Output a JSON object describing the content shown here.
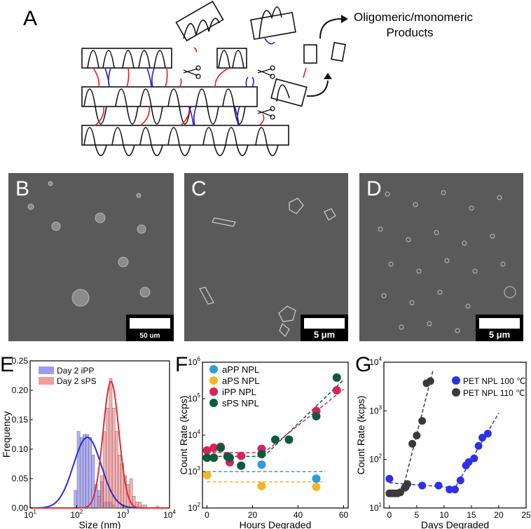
{
  "panels": {
    "A": {
      "letter": "A",
      "products_label_line1": "Oligomeric/monomeric",
      "products_label_line2": "Products"
    },
    "B": {
      "letter": "B",
      "scale_label": "50  um"
    },
    "C": {
      "letter": "C",
      "scale_label": "5 μm"
    },
    "D": {
      "letter": "D",
      "scale_label": "5 μm"
    },
    "E": {
      "letter": "E"
    },
    "F": {
      "letter": "F"
    },
    "G": {
      "letter": "G"
    }
  },
  "colors": {
    "iPP_hist": "#7b7bf0",
    "sPS_hist": "#f07b7b",
    "iPP_fit": "#2a2ae0",
    "sPS_fit": "#e82a2a",
    "aPP": "#2f9be0",
    "aPS": "#f5b52a",
    "iPP": "#d6245a",
    "sPS": "#0f5a3c",
    "PET100": "#2f2fe6",
    "PET110": "#3a3a3a",
    "chain_red": "#e02020",
    "chain_blue": "#2020d0"
  },
  "chart_data": [
    {
      "panel": "E",
      "type": "bar",
      "title": "",
      "xlabel": "Size (nm)",
      "ylabel": "Frequency",
      "xscale": "log",
      "xlim": [
        10,
        10000
      ],
      "ylim": [
        0,
        0.25
      ],
      "xticks": [
        "10^1",
        "10^2",
        "10^3",
        "10^4"
      ],
      "yticks": [
        "0.00",
        "0.05",
        "0.10",
        "0.15",
        "0.20",
        "0.25"
      ],
      "legend_position": "upper left",
      "series": [
        {
          "name": "Day 2 iPP",
          "kind": "histogram",
          "bin_centers_nm": [
            95,
            110,
            127,
            147,
            170,
            196,
            227,
            262,
            303,
            350,
            405,
            468,
            541,
            625
          ],
          "values": [
            0.03,
            0.13,
            0.12,
            0.125,
            0.125,
            0.12,
            0.09,
            0.04,
            0.03,
            0.045,
            0.01,
            0.01,
            0.01,
            0.005
          ]
        },
        {
          "name": "Day 2 sPS",
          "kind": "histogram",
          "bin_centers_nm": [
            303,
            350,
            405,
            468,
            541,
            625,
            722,
            834,
            963,
            1112,
            1285,
            1484,
            1714,
            1980,
            2287,
            2642,
            3052,
            5500
          ],
          "values": [
            0.02,
            0.055,
            0.13,
            0.17,
            0.22,
            0.17,
            0.13,
            0.09,
            0.075,
            0.055,
            0.04,
            0.05,
            0.02,
            0.01,
            0.01,
            0.005,
            0.005,
            0.003
          ]
        },
        {
          "name": "Day 2 iPP fit",
          "kind": "lognormal",
          "peak_nm": 170,
          "peak_value": 0.12
        },
        {
          "name": "Day 2 sPS fit",
          "kind": "lognormal",
          "peak_nm": 550,
          "peak_value": 0.215
        }
      ]
    },
    {
      "panel": "F",
      "type": "scatter",
      "title": "",
      "xlabel": "Hours Degraded",
      "ylabel": "Count Rate (kcps)",
      "yscale": "log",
      "xlim": [
        -2,
        62
      ],
      "ylim": [
        100,
        1000000
      ],
      "xticks": [
        "0",
        "20",
        "40",
        "60"
      ],
      "yticks": [
        "10^2",
        "10^3",
        "10^4",
        "10^5",
        "10^6"
      ],
      "legend_position": "upper left",
      "series": [
        {
          "name": "aPP NPL",
          "x": [
            24,
            48
          ],
          "y": [
            1550,
            640
          ],
          "fit_level": 1000
        },
        {
          "name": "aPS NPL",
          "x": [
            0,
            24,
            48
          ],
          "y": [
            800,
            400,
            380
          ],
          "fit_level": 520
        },
        {
          "name": "iPP NPL",
          "x": [
            0,
            3,
            6,
            9,
            10,
            15,
            24,
            48,
            57
          ],
          "y": [
            3800,
            4500,
            4800,
            2600,
            1800,
            2700,
            4200,
            46000,
            170000
          ],
          "plateau": 3300,
          "fit_end": [
            60,
            180000
          ]
        },
        {
          "name": "sPS NPL",
          "x": [
            0,
            3,
            6,
            9,
            10,
            15,
            24,
            30,
            36,
            48,
            57
          ],
          "y": [
            2400,
            2400,
            4500,
            2600,
            2400,
            1450,
            3000,
            7500,
            7500,
            33000,
            380000
          ],
          "plateau": 2600,
          "fit_end": [
            60,
            330000
          ]
        }
      ]
    },
    {
      "panel": "G",
      "type": "scatter",
      "title": "",
      "xlabel": "Days Degraded",
      "ylabel": "Count Rate (kcps)",
      "yscale": "log",
      "xlim": [
        -1,
        25
      ],
      "ylim": [
        10,
        10000
      ],
      "xticks": [
        "0",
        "5",
        "10",
        "15",
        "20",
        "25"
      ],
      "yticks": [
        "10^1",
        "10^2",
        "10^3",
        "10^4"
      ],
      "legend_position": "upper right",
      "series": [
        {
          "name": "PET NPL 100 ℃",
          "x": [
            0,
            3,
            6,
            9,
            11,
            12,
            13,
            14,
            14.5,
            15.5,
            16.3,
            17,
            18
          ],
          "y": [
            40,
            27,
            29,
            29,
            24,
            24,
            37,
            75,
            88,
            105,
            190,
            280,
            340
          ],
          "fit": [
            [
              0,
              33
            ],
            [
              12,
              26
            ],
            [
              20,
              900
            ]
          ]
        },
        {
          "name": "PET NPL 110 ℃",
          "x": [
            0,
            0.5,
            1,
            1.5,
            2,
            2.8,
            3.3,
            4.2,
            5,
            6,
            6.8,
            7.5
          ],
          "y": [
            20,
            20,
            20,
            20,
            21,
            26,
            31,
            210,
            310,
            620,
            3700,
            4100
          ],
          "fit": [
            [
              2.5,
              25
            ],
            [
              8,
              7000
            ]
          ]
        }
      ]
    }
  ]
}
